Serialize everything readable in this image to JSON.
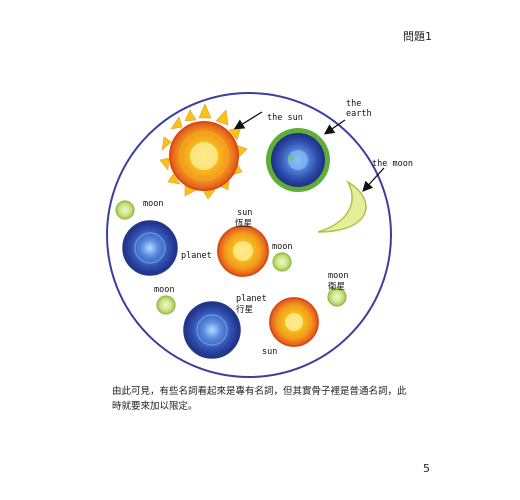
{
  "header": {
    "problem_label": "問題1"
  },
  "figure": {
    "label_the_sun": "the sun",
    "label_the_earth_1": "the",
    "label_the_earth_2": "earth",
    "label_the_moon": "the moon",
    "label_moon_1": "moon",
    "label_planet_1": "planet",
    "label_sun_1": "sun",
    "label_sun_1_cjk": "恆星",
    "label_moon_2": "moon",
    "label_moon_3": "moon",
    "label_moon_3_cjk": "衛星",
    "label_moon_4": "moon",
    "label_planet_2": "planet",
    "label_planet_2_cjk": "行星",
    "label_sun_2": "sun"
  },
  "body": {
    "paragraph": "由此可見，有些名詞看起來是專有名詞，但其實骨子裡是普通名詞，此時就要來加以限定。"
  },
  "footer": {
    "page_number": "5"
  },
  "colors": {
    "circle_outline": "#3a3f9e",
    "sun_orange": "#f07a1c",
    "sun_yellow": "#f7c21a",
    "planet_blue": "#2f4fb0",
    "moon_green": "#b6d86a",
    "earth_green": "#5fae3b"
  }
}
